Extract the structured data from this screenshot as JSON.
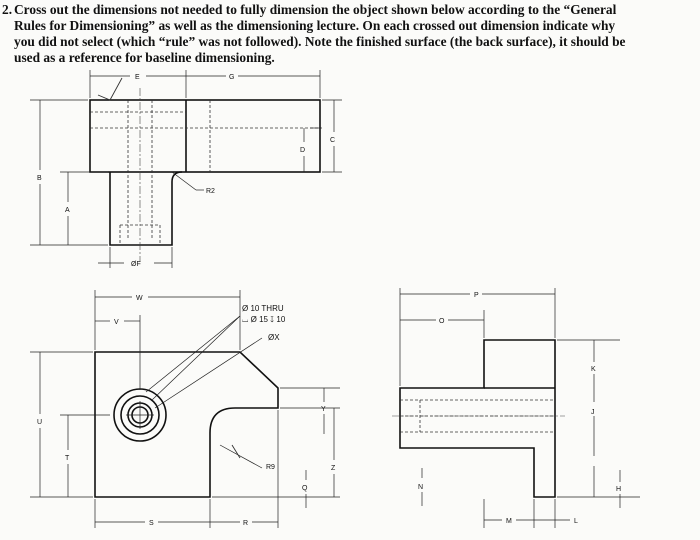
{
  "instructions": {
    "number": "2.",
    "line1": "Cross out the dimensions not needed to fully dimension the object shown below according to the “General",
    "line2": "Rules for Dimensioning” as well as the dimensioning lecture.    On each crossed out dimension indicate why",
    "line3": "you did not select (which “rule” was not followed).   Note the finished surface (the back surface), it should be",
    "line4": "used as a reference for baseline dimensioning."
  },
  "top_view": {
    "labels": {
      "E": "E",
      "G": "G",
      "C": "C",
      "D": "D",
      "B": "B",
      "A": "A",
      "R2": "R2",
      "F": "ØF"
    }
  },
  "front_view": {
    "labels": {
      "W": "W",
      "V": "V",
      "U": "U",
      "T": "T",
      "S": "S",
      "R": "R",
      "Y": "Y",
      "Z": "Z",
      "Q": "Q",
      "R9": "R9",
      "hole1": "Ø 10 THRU",
      "hole2": "⌴ Ø 15 ↧ 10",
      "hole3": "ØX"
    }
  },
  "side_view": {
    "labels": {
      "P": "P",
      "O": "O",
      "K": "K",
      "J": "J",
      "N": "N",
      "H": "H",
      "M": "M",
      "L": "L"
    }
  }
}
